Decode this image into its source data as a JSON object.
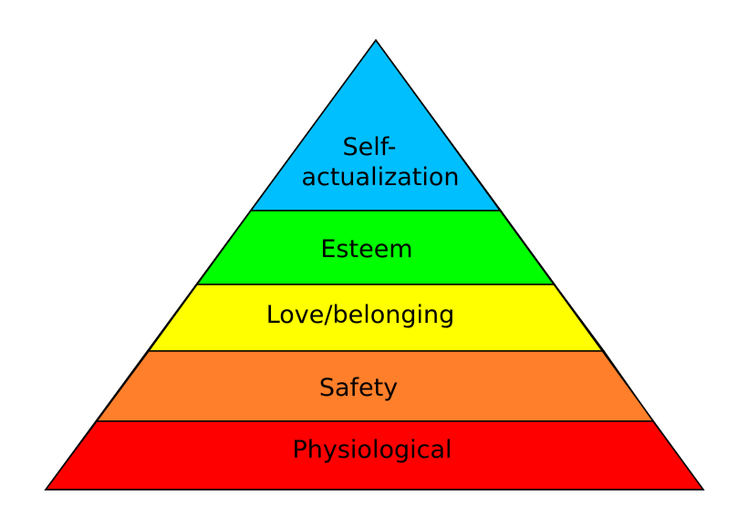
{
  "tiers": [
    {
      "id": "physiological",
      "label_lines": [
        "Physiological"
      ],
      "color": "#ff0000"
    },
    {
      "id": "safety",
      "label_lines": [
        "Safety"
      ],
      "color": "#ff7f2a"
    },
    {
      "id": "love-belonging",
      "label_lines": [
        "Love/belonging"
      ],
      "color": "#ffff00"
    },
    {
      "id": "esteem",
      "label_lines": [
        "Esteem"
      ],
      "color": "#00ff00"
    },
    {
      "id": "self-actualization",
      "label_lines": [
        "Self-",
        "actualization"
      ],
      "color": "#00bfff"
    }
  ],
  "outline_color": "#000000"
}
